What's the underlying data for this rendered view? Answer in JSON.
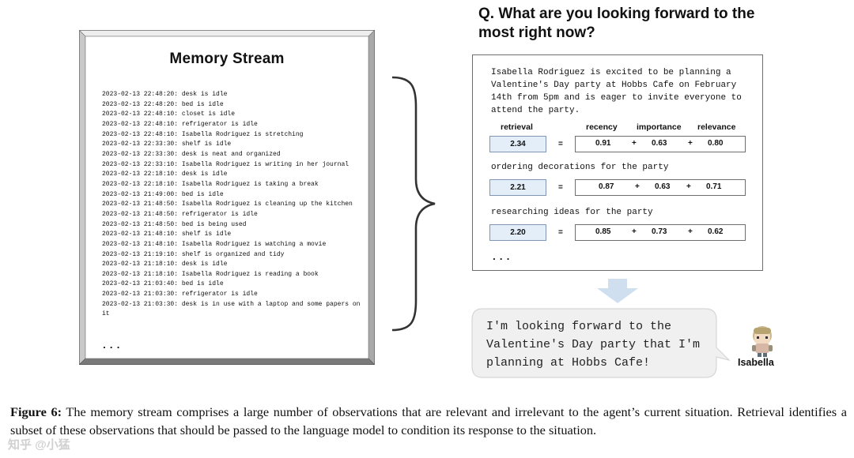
{
  "memory_stream": {
    "title": "Memory Stream",
    "entries": [
      "2023-02-13 22:48:20: desk is idle",
      "2023-02-13 22:48:20: bed is idle",
      "2023-02-13 22:48:10: closet is idle",
      "2023-02-13 22:48:10: refrigerator is idle",
      "2023-02-13 22:48:10: Isabella Rodriguez is stretching",
      "2023-02-13 22:33:30: shelf is idle",
      "2023-02-13 22:33:30: desk is neat and organized",
      "2023-02-13 22:33:10: Isabella Rodriguez is writing in her journal",
      "2023-02-13 22:18:10: desk is idle",
      "2023-02-13 22:18:10: Isabella Rodriguez is taking a break",
      "2023-02-13 21:49:00: bed is idle",
      "2023-02-13 21:48:50: Isabella Rodriguez is cleaning up the kitchen",
      "2023-02-13 21:48:50: refrigerator is idle",
      "2023-02-13 21:48:50: bed is being used",
      "2023-02-13 21:48:10: shelf is idle",
      "2023-02-13 21:48:10: Isabella Rodriguez is watching a movie",
      "2023-02-13 21:19:10: shelf is organized and tidy",
      "2023-02-13 21:18:10: desk is idle",
      "2023-02-13 21:18:10: Isabella Rodriguez is reading a book",
      "2023-02-13 21:03:40: bed is idle",
      "2023-02-13 21:03:30: refrigerator is idle",
      "2023-02-13 21:03:30: desk is in use with a laptop and some papers on it"
    ],
    "ellipsis": "..."
  },
  "question": "Q. What are you looking forward to the most right now?",
  "retrieval": {
    "headers": {
      "retrieval": "retrieval",
      "recency": "recency",
      "importance": "importance",
      "relevance": "relevance"
    },
    "memories": [
      {
        "text": "Isabella Rodriguez is excited to be planning a Valentine's Day party at Hobbs Cafe on February 14th from 5pm and is eager to invite everyone to attend the party.",
        "retrieval": "2.34",
        "recency": "0.91",
        "importance": "0.63",
        "relevance": "0.80"
      },
      {
        "text": "ordering decorations for the party",
        "retrieval": "2.21",
        "recency": "0.87",
        "importance": "0.63",
        "relevance": "0.71"
      },
      {
        "text": "researching ideas for the party",
        "retrieval": "2.20",
        "recency": "0.85",
        "importance": "0.73",
        "relevance": "0.62"
      }
    ],
    "equals": "=",
    "plus": "+",
    "ellipsis": "..."
  },
  "answer": {
    "text": "I'm looking forward to the Valentine's Day party that I'm planning at Hobbs Cafe!",
    "speaker": "Isabella"
  },
  "caption": {
    "label": "Figure 6:",
    "text": "The memory stream comprises a large number of observations that are relevant and irrelevant to the agent’s current situation. Retrieval identifies a subset of these observations that should be passed to the language model to condition its response to the situation."
  },
  "watermark": "知乎 @小猛",
  "colors": {
    "score_fill": "#e3eef9",
    "arrow": "#cfdff0",
    "bubble": "#f0f0f0"
  },
  "icons": {
    "avatar": "isabella-avatar-icon",
    "arrow": "down-arrow-icon",
    "brace": "curly-brace-icon"
  }
}
